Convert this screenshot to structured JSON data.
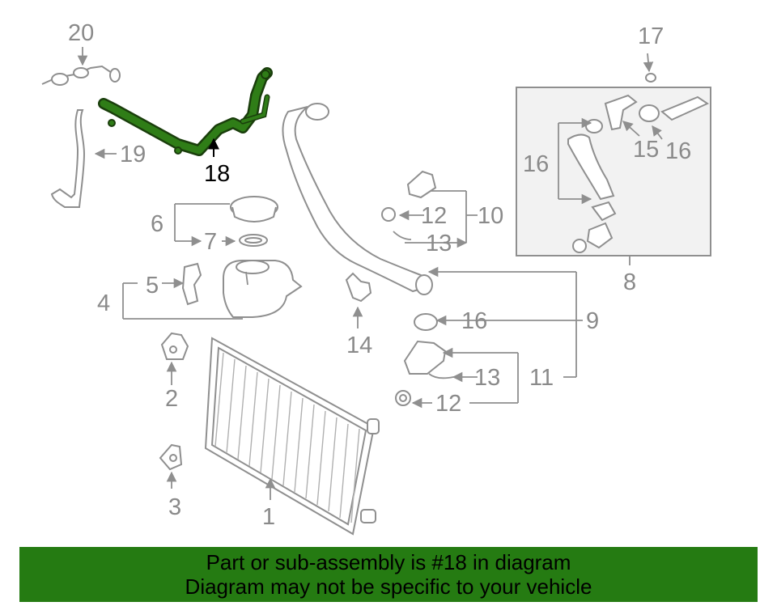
{
  "callouts": {
    "c1": "1",
    "c2": "2",
    "c3": "3",
    "c4": "4",
    "c5": "5",
    "c6": "6",
    "c7": "7",
    "c8": "8",
    "c9": "9",
    "c10": "10",
    "c11": "11",
    "c12a": "12",
    "c12b": "12",
    "c13a": "13",
    "c13b": "13",
    "c14": "14",
    "c15": "15",
    "c16a": "16",
    "c16b": "16",
    "c16c": "16",
    "c17": "17",
    "c18": "18",
    "c19": "19",
    "c20": "20"
  },
  "highlight": {
    "part_number": "18",
    "color": "#2f7d17"
  },
  "banner": {
    "line1": "Part or sub-assembly is #18 in diagram",
    "line2": "Diagram may not be specific to your vehicle",
    "background": "#257b12"
  }
}
